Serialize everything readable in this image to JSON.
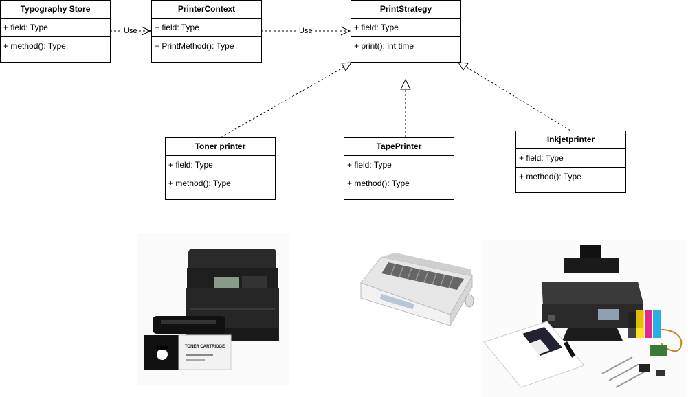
{
  "classes": {
    "typography_store": {
      "name": "Typography Store",
      "field": "+ field: Type",
      "method": "+ method(): Type"
    },
    "printer_context": {
      "name": "PrinterContext",
      "field": "+ field: Type",
      "method": "+ PrintMethod(): Type"
    },
    "print_strategy": {
      "name": "PrintStrategy",
      "field": "+ field: Type",
      "method": "+ print(): int time"
    },
    "toner_printer": {
      "name": "Toner printer",
      "field": "+ field: Type",
      "method": "+ method(): Type"
    },
    "tape_printer": {
      "name": "TapePrinter",
      "field": "+ field: Type",
      "method": "+ method(): Type"
    },
    "inkjet_printer": {
      "name": "Inkjetprinter",
      "field": "+ field: Type",
      "method": "+ method(): Type"
    }
  },
  "edges": {
    "store_to_context": "Use",
    "context_to_strategy": "Use"
  },
  "photos": {
    "toner_box_label": "TONER CARTRIDGE"
  }
}
